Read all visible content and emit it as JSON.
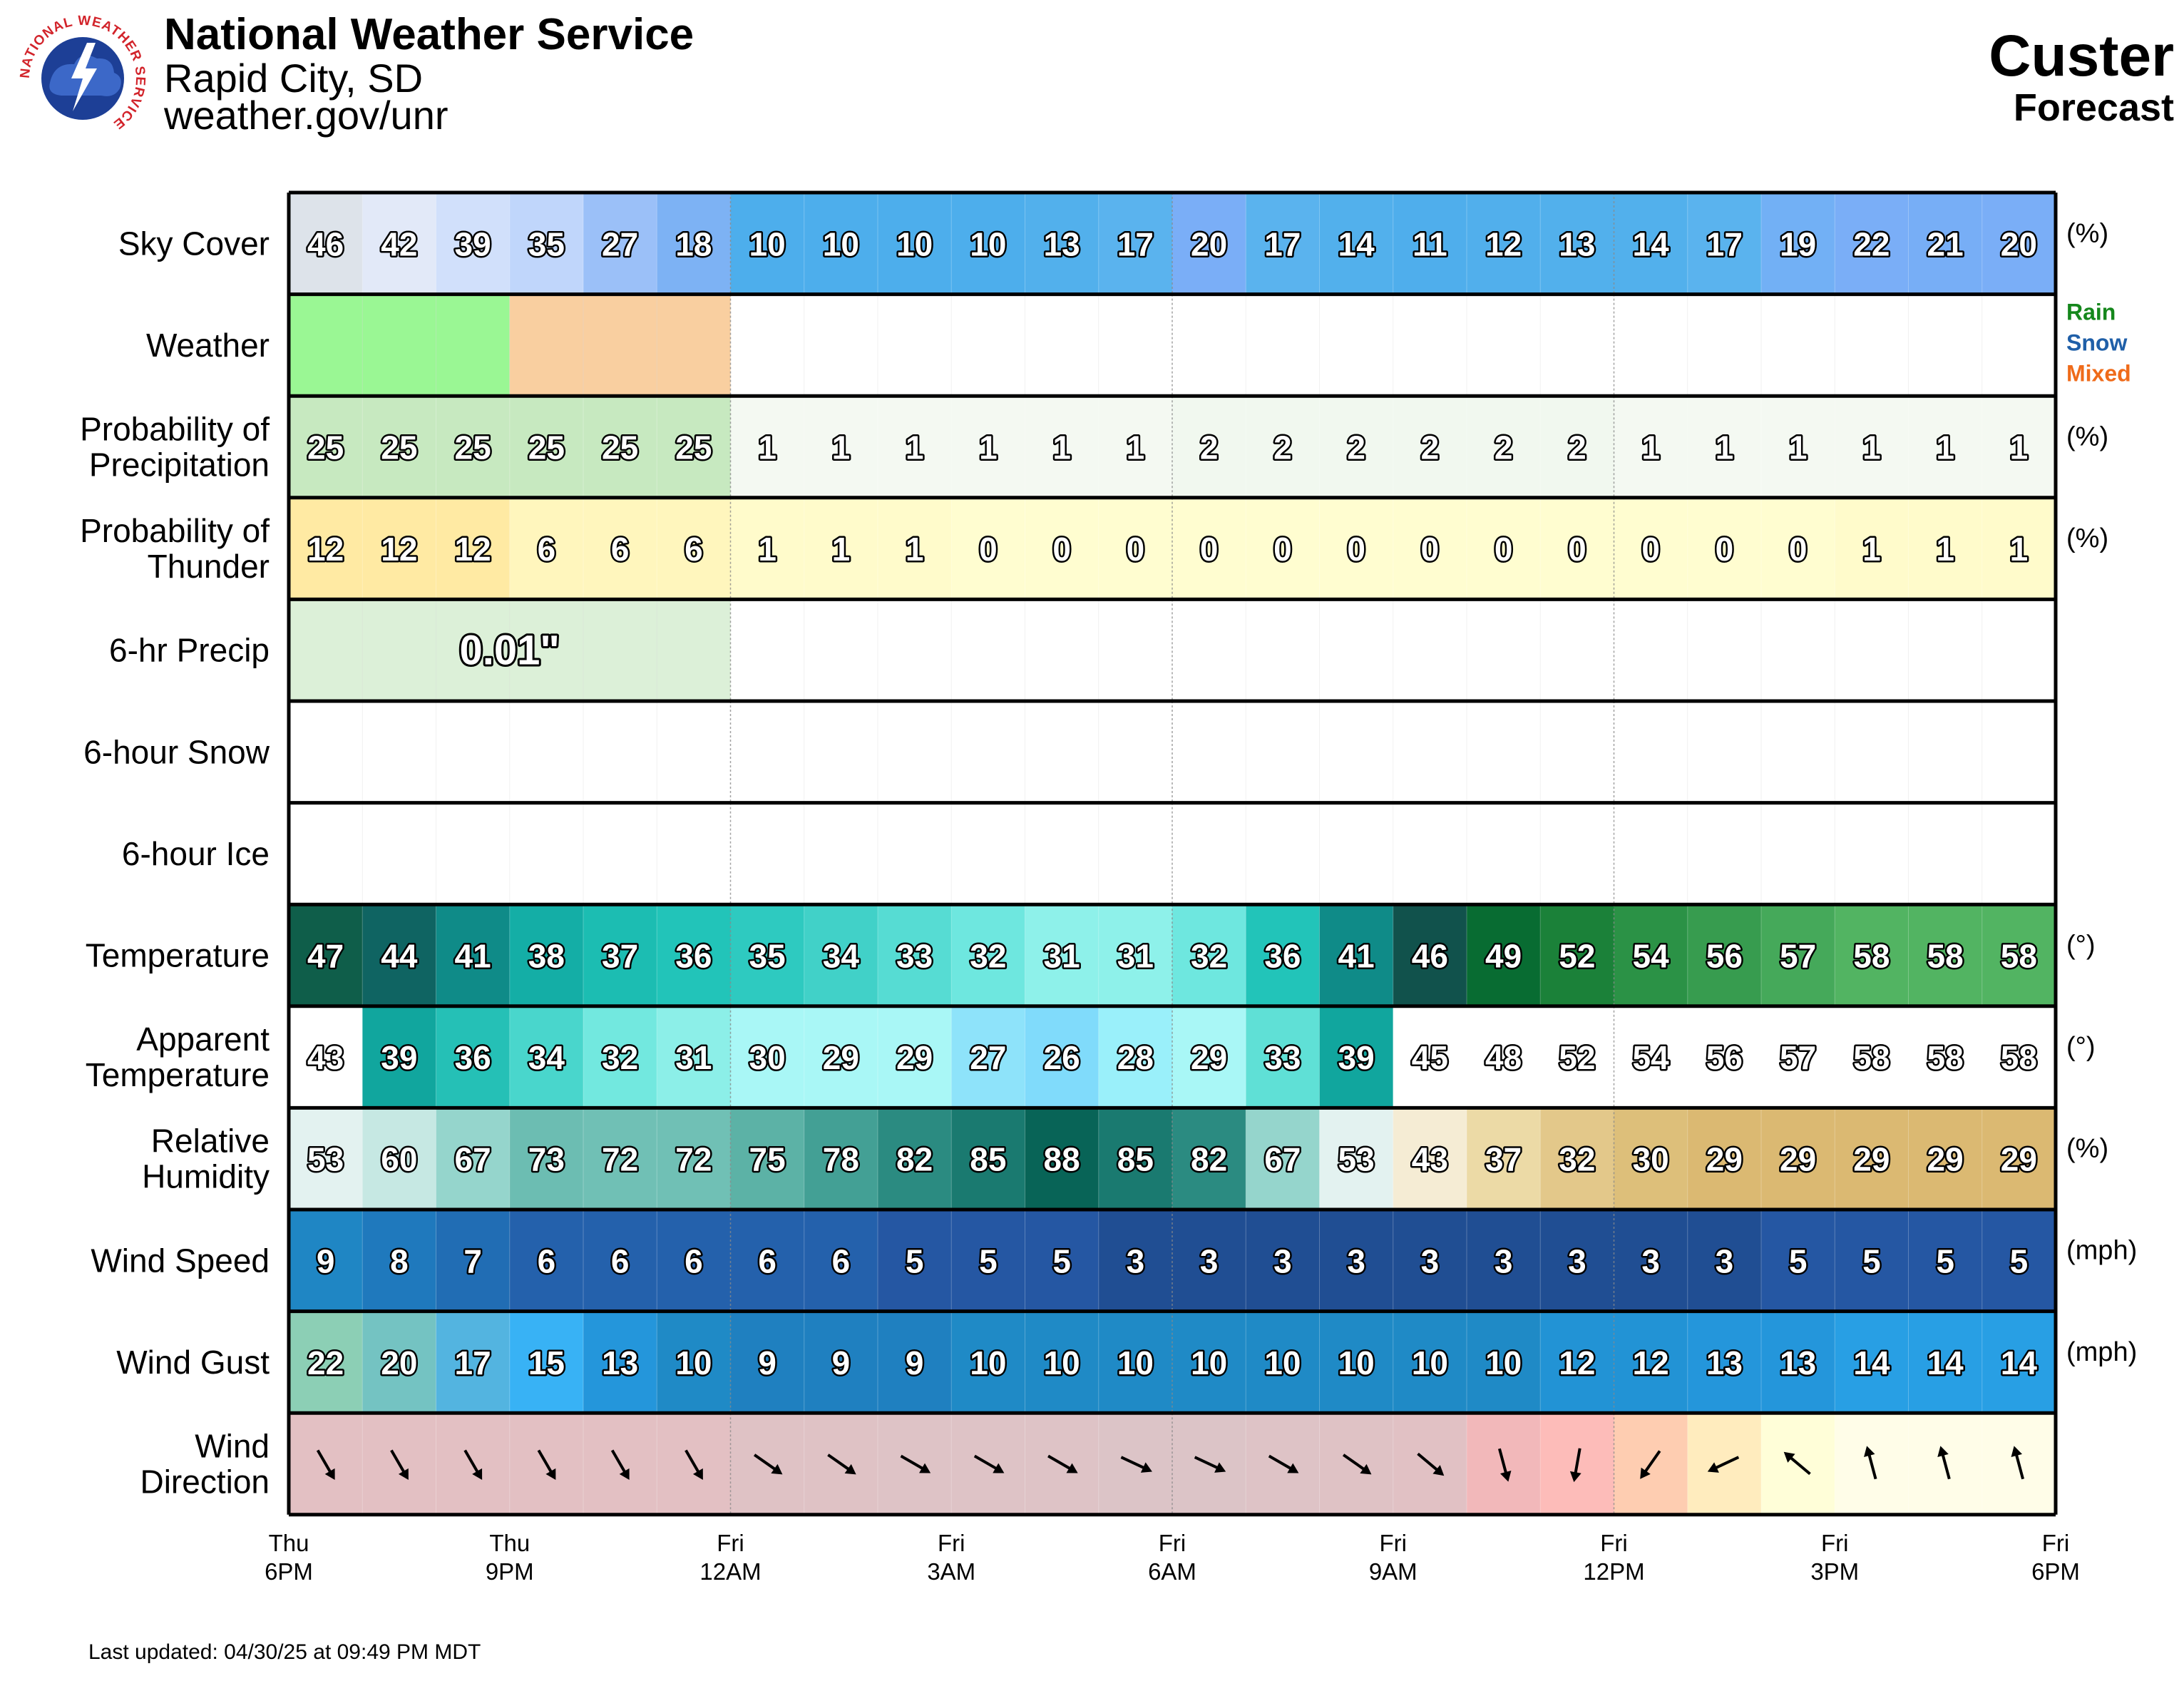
{
  "header": {
    "org": "National Weather Service",
    "office": "Rapid City, SD",
    "url": "weather.gov/unr",
    "location": "Custer",
    "subtitle": "Forecast",
    "logo_text": "NATIONAL WEATHER SERVICE"
  },
  "footer": {
    "last_updated": "Last updated: 04/30/25 at 09:49 PM MDT"
  },
  "legend": {
    "weather": [
      {
        "label": "Rain",
        "color": "#15871c"
      },
      {
        "label": "Snow",
        "color": "#1f5fa8"
      },
      {
        "label": "Mixed",
        "color": "#ef6b1a"
      }
    ]
  },
  "chart_data": {
    "type": "table",
    "time_labels": [
      [
        "Thu",
        "6PM"
      ],
      [
        "Thu",
        "9PM"
      ],
      [
        "Fri",
        "12AM"
      ],
      [
        "Fri",
        "3AM"
      ],
      [
        "Fri",
        "6AM"
      ],
      [
        "Fri",
        "9AM"
      ],
      [
        "Fri",
        "12PM"
      ],
      [
        "Fri",
        "3PM"
      ],
      [
        "Fri",
        "6PM"
      ]
    ],
    "rows": [
      {
        "label": [
          "Sky Cover"
        ],
        "unit": "(%)",
        "kind": "values",
        "values": [
          46,
          42,
          39,
          35,
          27,
          18,
          10,
          10,
          10,
          10,
          13,
          17,
          20,
          17,
          14,
          11,
          12,
          13,
          14,
          17,
          19,
          22,
          21,
          20
        ],
        "colors": [
          "#dde3ea",
          "#e2e9f8",
          "#d1e0fb",
          "#c0d6fb",
          "#9bc0f8",
          "#7db2f4",
          "#4daeec",
          "#4daeec",
          "#4daeec",
          "#4daeec",
          "#52b0ec",
          "#5ab3ee",
          "#7aaef7",
          "#5ab3ee",
          "#52b0ec",
          "#4faeec",
          "#51afec",
          "#52b0ec",
          "#52b0ec",
          "#5ab3ee",
          "#72b0f5",
          "#7aaef7",
          "#77aef6",
          "#7aaef7"
        ]
      },
      {
        "label": [
          "Weather"
        ],
        "unit": "",
        "kind": "blocks",
        "blocks": [
          {
            "from": 0,
            "to": 3,
            "color": "#9af794"
          },
          {
            "from": 3,
            "to": 6,
            "color": "#f9cfa0"
          },
          {
            "from": 6,
            "to": 24,
            "color": "#ffffff"
          }
        ]
      },
      {
        "label": [
          "Probability of",
          "Precipitation"
        ],
        "unit": "(%)",
        "kind": "values",
        "values": [
          25,
          25,
          25,
          25,
          25,
          25,
          1,
          1,
          1,
          1,
          1,
          1,
          2,
          2,
          2,
          2,
          2,
          2,
          1,
          1,
          1,
          1,
          1,
          1
        ],
        "colors": [
          "#c7e9c0",
          "#c7e9c0",
          "#c7e9c0",
          "#c7e9c0",
          "#c7e9c0",
          "#c7e9c0",
          "#f4f9f2",
          "#f4f9f2",
          "#f4f9f2",
          "#f4f9f2",
          "#f4f9f2",
          "#f4f9f2",
          "#f1f8ef",
          "#f1f8ef",
          "#f1f8ef",
          "#f1f8ef",
          "#f1f8ef",
          "#f1f8ef",
          "#f4f9f2",
          "#f4f9f2",
          "#f4f9f2",
          "#f4f9f2",
          "#f4f9f2",
          "#f4f9f2"
        ]
      },
      {
        "label": [
          "Probability of",
          "Thunder"
        ],
        "unit": "(%)",
        "kind": "values",
        "values": [
          12,
          12,
          12,
          6,
          6,
          6,
          1,
          1,
          1,
          0,
          0,
          0,
          0,
          0,
          0,
          0,
          0,
          0,
          0,
          0,
          0,
          1,
          1,
          1
        ],
        "colors": [
          "#ffeaa3",
          "#ffeaa3",
          "#ffeaa3",
          "#fff6bd",
          "#fff6bd",
          "#fff6bd",
          "#fffbcb",
          "#fffbcb",
          "#fffbcb",
          "#fffdd0",
          "#fffdd0",
          "#fffdd0",
          "#fffdd0",
          "#fffdd0",
          "#fffdd0",
          "#fffdd0",
          "#fffdd0",
          "#fffdd0",
          "#fffdd0",
          "#fffdd0",
          "#fffdd0",
          "#fffbcb",
          "#fffbcb",
          "#fffbcb"
        ]
      },
      {
        "label": [
          "6-hr Precip"
        ],
        "unit": "",
        "kind": "blocks",
        "blocks": [
          {
            "from": 0,
            "to": 6,
            "color": "#dcf0d8",
            "text": "0.01\""
          },
          {
            "from": 6,
            "to": 24,
            "color": "#ffffff"
          }
        ]
      },
      {
        "label": [
          "6-hour Snow"
        ],
        "unit": "",
        "kind": "blocks",
        "blocks": [
          {
            "from": 0,
            "to": 24,
            "color": "#ffffff"
          }
        ]
      },
      {
        "label": [
          "6-hour Ice"
        ],
        "unit": "",
        "kind": "blocks",
        "blocks": [
          {
            "from": 0,
            "to": 24,
            "color": "#ffffff"
          }
        ]
      },
      {
        "label": [
          "Temperature"
        ],
        "unit": "(°)",
        "kind": "values",
        "values": [
          47,
          44,
          41,
          38,
          37,
          36,
          35,
          34,
          33,
          32,
          31,
          31,
          32,
          36,
          41,
          46,
          49,
          52,
          54,
          56,
          57,
          58,
          58,
          58
        ],
        "colors": [
          "#0f5e4a",
          "#0f6462",
          "#0f8b88",
          "#14aea6",
          "#1cbdb2",
          "#22c4b9",
          "#2ecac0",
          "#41d1c8",
          "#56dcd3",
          "#6ee7df",
          "#8ef1ea",
          "#8ef1ea",
          "#6ee7df",
          "#22c4b9",
          "#0f8b88",
          "#11524c",
          "#086c32",
          "#1b8139",
          "#2b9246",
          "#379c4f",
          "#45a95a",
          "#52b462",
          "#52b462",
          "#52b462"
        ]
      },
      {
        "label": [
          "Apparent",
          "Temperature"
        ],
        "unit": "(°)",
        "kind": "values",
        "values": [
          43,
          39,
          36,
          34,
          32,
          31,
          30,
          29,
          29,
          27,
          26,
          28,
          29,
          33,
          39,
          45,
          48,
          52,
          54,
          56,
          57,
          58,
          58,
          58
        ],
        "colors": [
          "#ffffff",
          "#11a69e",
          "#25c0b6",
          "#49d6cc",
          "#72e8df",
          "#8cefe8",
          "#a9f7f6",
          "#a9f7f6",
          "#a9f7f6",
          "#8ee3fa",
          "#80dbfb",
          "#9af0fa",
          "#a9f7f6",
          "#5fe0d6",
          "#11a69e",
          "#ffffff",
          "#ffffff",
          "#ffffff",
          "#ffffff",
          "#ffffff",
          "#ffffff",
          "#ffffff",
          "#ffffff",
          "#ffffff"
        ]
      },
      {
        "label": [
          "Relative",
          "Humidity"
        ],
        "unit": "(%)",
        "kind": "values",
        "values": [
          53,
          60,
          67,
          73,
          72,
          72,
          75,
          78,
          82,
          85,
          88,
          85,
          82,
          67,
          53,
          43,
          37,
          32,
          30,
          29,
          29,
          29,
          29,
          29
        ],
        "colors": [
          "#e3f2f0",
          "#c6e8e3",
          "#95d5cc",
          "#6cbdb2",
          "#70c0b5",
          "#70c0b5",
          "#5cb2a6",
          "#43a095",
          "#2b8b81",
          "#1a7a70",
          "#086457",
          "#1a7a70",
          "#2b8b81",
          "#95d5cc",
          "#e3f2f0",
          "#f5ecd4",
          "#ecdaa6",
          "#e3c88a",
          "#ddbf7a",
          "#dbb972",
          "#dbb972",
          "#dbb972",
          "#dbb972",
          "#dbb972"
        ]
      },
      {
        "label": [
          "Wind Speed"
        ],
        "unit": "(mph)",
        "kind": "values",
        "values": [
          9,
          8,
          7,
          6,
          6,
          6,
          6,
          6,
          5,
          5,
          5,
          3,
          3,
          3,
          3,
          3,
          3,
          3,
          3,
          3,
          5,
          5,
          5,
          5
        ],
        "colors": [
          "#1f86c4",
          "#1f79bd",
          "#216db4",
          "#2461ac",
          "#2461ac",
          "#2461ac",
          "#2461ac",
          "#2461ac",
          "#2557a3",
          "#2557a3",
          "#2557a3",
          "#204e93",
          "#204e93",
          "#204e93",
          "#204e93",
          "#204e93",
          "#204e93",
          "#204e93",
          "#204e93",
          "#204e93",
          "#2557a3",
          "#2557a3",
          "#2557a3",
          "#2557a3"
        ]
      },
      {
        "label": [
          "Wind Gust"
        ],
        "unit": "(mph)",
        "kind": "values",
        "values": [
          22,
          20,
          17,
          15,
          13,
          10,
          9,
          9,
          9,
          10,
          10,
          10,
          10,
          10,
          10,
          10,
          10,
          12,
          12,
          13,
          13,
          14,
          14,
          14
        ],
        "colors": [
          "#8ccfb5",
          "#74c3c2",
          "#53b4e0",
          "#38b2f5",
          "#2496db",
          "#1f8ac6",
          "#1f80c0",
          "#1f80c0",
          "#1f80c0",
          "#1f8ac6",
          "#1f8ac6",
          "#1f8ac6",
          "#1f8ac6",
          "#1f8ac6",
          "#1f8ac6",
          "#1f8ac6",
          "#1f8ac6",
          "#2293d5",
          "#2293d5",
          "#2496db",
          "#2496db",
          "#289fe4",
          "#289fe4",
          "#289fe4"
        ]
      },
      {
        "label": [
          "Wind",
          "Direction"
        ],
        "unit": "",
        "kind": "arrows",
        "angles": [
          150,
          150,
          150,
          150,
          150,
          150,
          125,
          125,
          120,
          120,
          120,
          115,
          115,
          120,
          125,
          130,
          165,
          190,
          215,
          245,
          310,
          345,
          345,
          345
        ],
        "colors": [
          "#e3c0c3",
          "#e3c0c3",
          "#e3c0c3",
          "#e3c0c3",
          "#e3c0c3",
          "#e3c0c3",
          "#dfc2c5",
          "#dfc2c5",
          "#dec3c6",
          "#dec3c6",
          "#dec3c6",
          "#dcc4c7",
          "#dcc4c7",
          "#dec3c6",
          "#dfc2c5",
          "#e1c1c4",
          "#f2b8ba",
          "#fdbcb9",
          "#fecdb1",
          "#ffecbe",
          "#fffed8",
          "#fffde8",
          "#fffde8",
          "#fffde8"
        ]
      }
    ]
  }
}
